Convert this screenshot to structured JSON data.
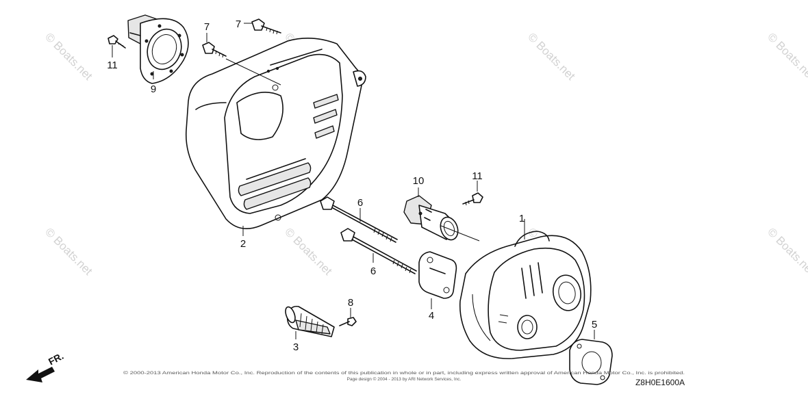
{
  "diagram": {
    "drawing_code": "Z8H0E1600A",
    "front_indicator": "FR.",
    "watermark_text": "© Boats.net",
    "copyright_line_1": "© 2000-2013 American Honda Motor Co., Inc. Reproduction of the contents of this publication in whole or in part, including express written approval of American Honda Motor Co., Inc. is prohibited.",
    "copyright_line_2": "Page design © 2004 - 2013 by ARI Network Services, Inc.",
    "callouts": [
      {
        "id": "1",
        "part": "muffler"
      },
      {
        "id": "2",
        "part": "muffler-protector"
      },
      {
        "id": "3",
        "part": "spark-arrester"
      },
      {
        "id": "4",
        "part": "muffler-gasket"
      },
      {
        "id": "5",
        "part": "exhaust-gasket"
      },
      {
        "id": "6",
        "part": "stud-bolt"
      },
      {
        "id": "6",
        "part": "stud-bolt"
      },
      {
        "id": "7",
        "part": "flange-bolt"
      },
      {
        "id": "7",
        "part": "flange-bolt"
      },
      {
        "id": "8",
        "part": "screw"
      },
      {
        "id": "9",
        "part": "exhaust-deflector"
      },
      {
        "id": "10",
        "part": "exhaust-pipe"
      },
      {
        "id": "11",
        "part": "tapping-screw"
      },
      {
        "id": "11",
        "part": "tapping-screw"
      }
    ]
  }
}
